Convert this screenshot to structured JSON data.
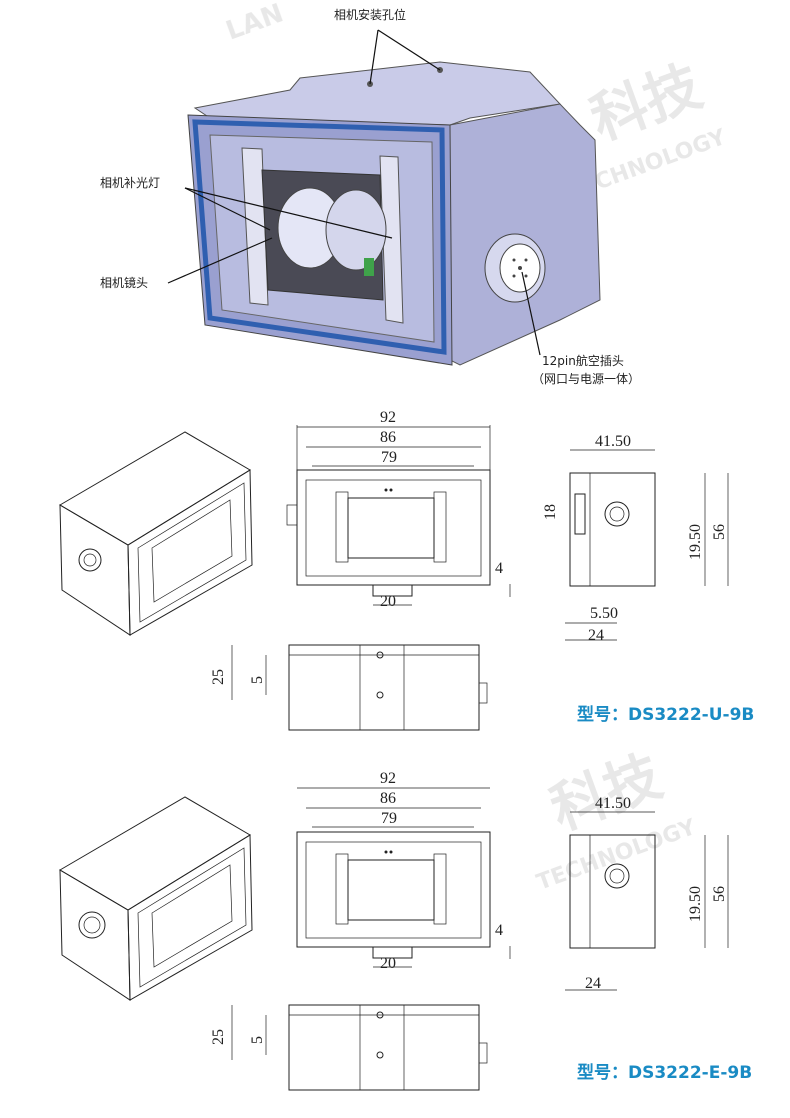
{
  "top_view": {
    "callouts": {
      "mount_holes": "相机安装孔位",
      "fill_light": "相机补光灯",
      "lens": "相机镜头",
      "connector_line1": "12pin航空插头",
      "connector_line2": "（网口与电源一体）"
    }
  },
  "models": [
    {
      "label": "型号：DS3222-U-9B",
      "dims": {
        "w_outer": "92",
        "w_mid": "86",
        "w_inner": "79",
        "tab": "20",
        "tab_h": "4",
        "depth": "41.50",
        "height": "56",
        "conn_h": "19.50",
        "side_h": "18",
        "small_off": "5.50",
        "base": "24",
        "bottom_h": "25",
        "bottom_off": "5"
      }
    },
    {
      "label": "型号：DS3222-E-9B",
      "dims": {
        "w_outer": "92",
        "w_mid": "86",
        "w_inner": "79",
        "tab": "20",
        "tab_h": "4",
        "depth": "41.50",
        "height": "56",
        "conn_h": "19.50",
        "base": "24",
        "bottom_h": "25",
        "bottom_off": "5"
      }
    }
  ],
  "watermark": {
    "text_cn": "科技",
    "text_en": "TECHNOLOGY",
    "text_brand": "LAN"
  }
}
